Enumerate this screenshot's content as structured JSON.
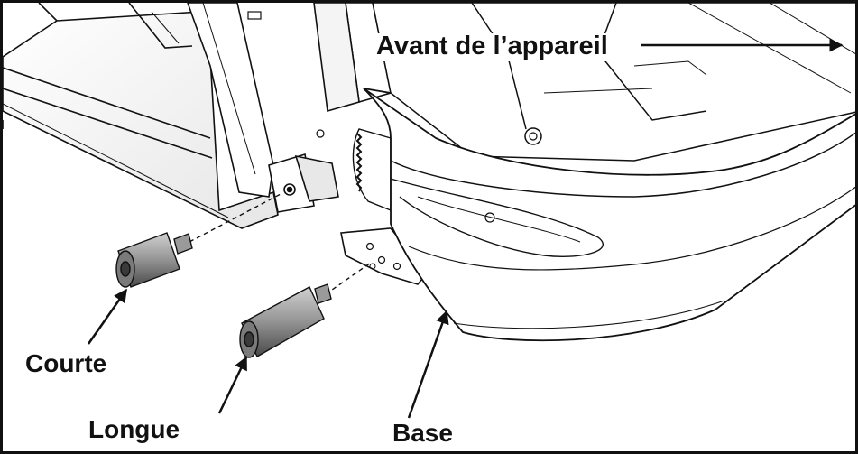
{
  "labels": {
    "front": "Avant de l’appareil",
    "short_spacer": "Courte",
    "long_spacer": "Longue",
    "base": "Base"
  },
  "colors": {
    "line": "#111111",
    "background": "#ffffff",
    "spacer_light": "#b8b8b8",
    "spacer_dark": "#4a4a4a",
    "panel_shade": "#d8d8d8"
  }
}
